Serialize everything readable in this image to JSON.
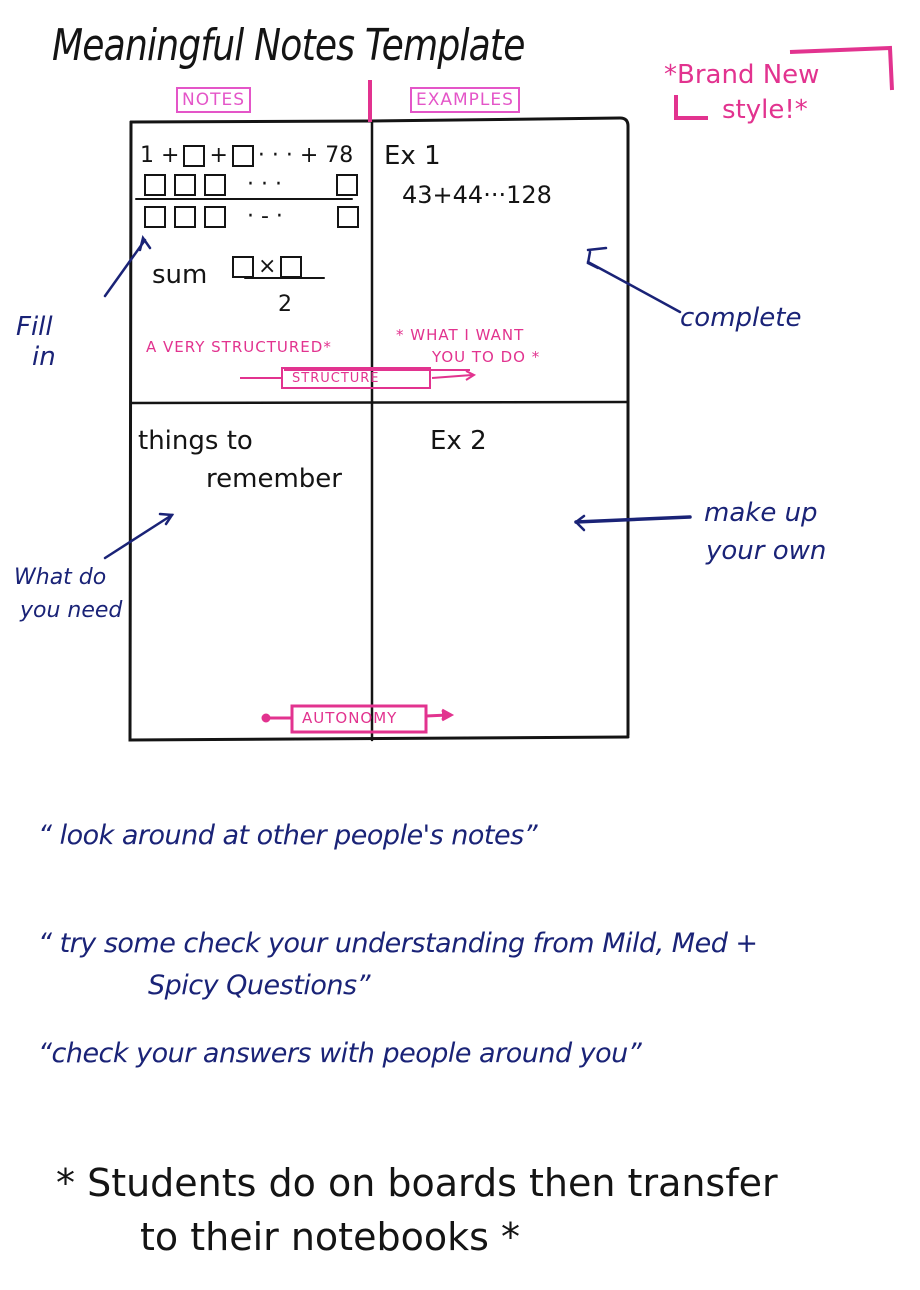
{
  "title": "Meaningful Notes Template",
  "badge": {
    "text_line1": "*Brand New",
    "text_line2": "style!*"
  },
  "columns": {
    "notes_header": "NOTES",
    "examples_header": "EXAMPLES"
  },
  "grid": {
    "top_left": {
      "row1": [
        "1 +",
        "+",
        "· · ·  + 78"
      ],
      "row2_dots": "· · ·",
      "row3_dots": "· - ·",
      "sum_label": "sum",
      "times": "×",
      "denominator": "2",
      "pink_note": "A VERY STRUCTURED*"
    },
    "top_right": {
      "label": "Ex 1",
      "sequence": "43+44···128",
      "pink_note_line1": "* WHAT I WANT",
      "pink_note_line2": "YOU TO DO *"
    },
    "structure_label": "STRUCTURE",
    "bottom_left": {
      "line1": "things to",
      "line2": "remember"
    },
    "bottom_right": {
      "label": "Ex 2"
    },
    "autonomy_label": "AUTONOMY"
  },
  "annotations": {
    "fill_in": [
      "Fill",
      "in"
    ],
    "complete": "complete",
    "what_do_you_need": [
      "What do",
      "you need"
    ],
    "make_up_your_own": [
      "make up",
      "your own"
    ]
  },
  "quotes": [
    "“ look around at other people's notes”",
    "“ try some check your understanding from Mild, Med +",
    "Spicy Questions”",
    "“check your answers with people around you”"
  ],
  "footer": {
    "line1": "* Students do on boards then transfer",
    "line2": "to their notebooks *"
  },
  "colors": {
    "black_marker": "#141414",
    "blue_marker": "#1a2377",
    "pink_marker": "#e2338f",
    "light_pink_marker": "#e455c8",
    "background": "#ffffff"
  }
}
